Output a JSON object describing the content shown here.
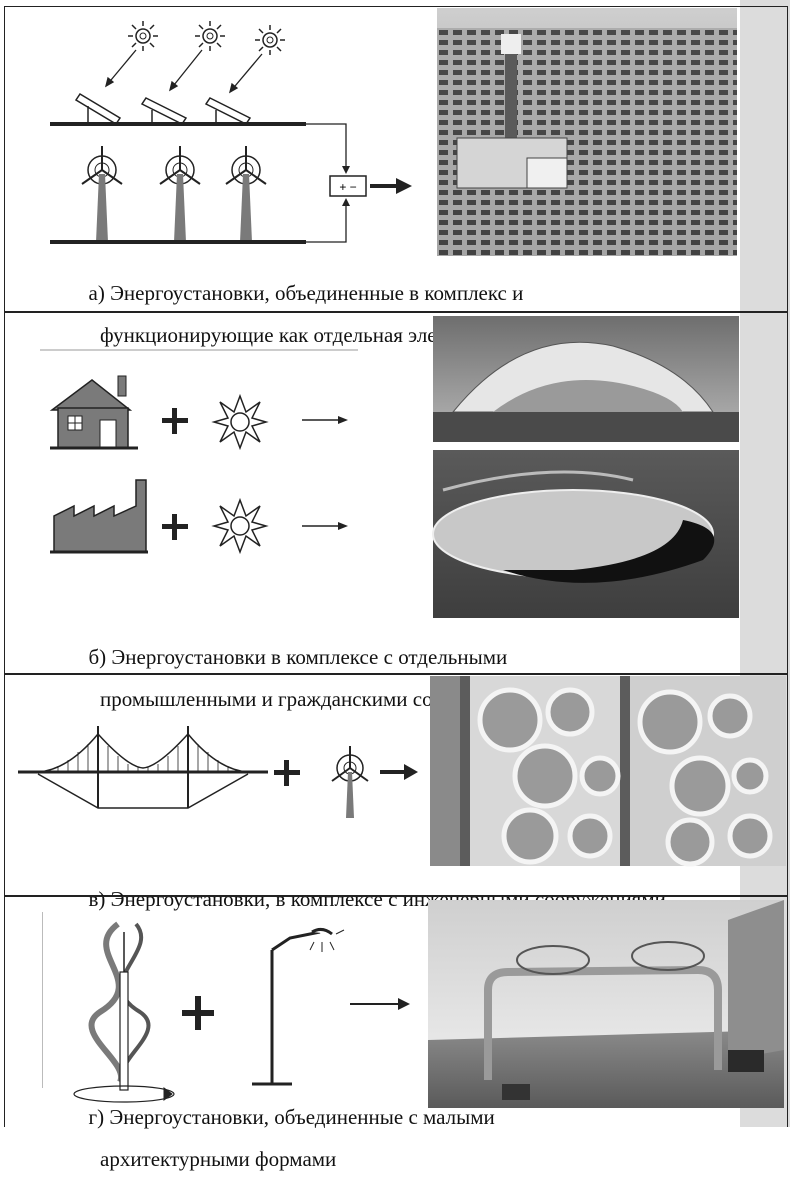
{
  "panels": [
    {
      "caption_line1": "а) Энергоустановки, объединенные в комплекс и",
      "caption_line2": "функционирующие как отдельная электростанция",
      "battery_label": "+ −"
    },
    {
      "caption_line1": "б) Энергоустановки в комплексе с отдельными",
      "caption_line2": "промышленными и гражданскими сооружениями"
    },
    {
      "caption_line1": "в) Энергоустановки, в комплексе с инженерными сооружениями"
    },
    {
      "caption_line1": "г) Энергоустановки, объединенные с малыми",
      "caption_line2": "архитектурными формами"
    }
  ],
  "icons": [
    "sun-icon",
    "solar-panel-icon",
    "wind-turbine-icon",
    "battery-icon",
    "arrow-icon",
    "house-icon",
    "factory-icon",
    "plus-icon",
    "bridge-icon",
    "vertical-wind-turbine-icon",
    "street-lamp-icon"
  ],
  "colors": {
    "line": "#222222",
    "fill_gray": "#7a7a7a",
    "background_strip": "#dcdcdc"
  }
}
